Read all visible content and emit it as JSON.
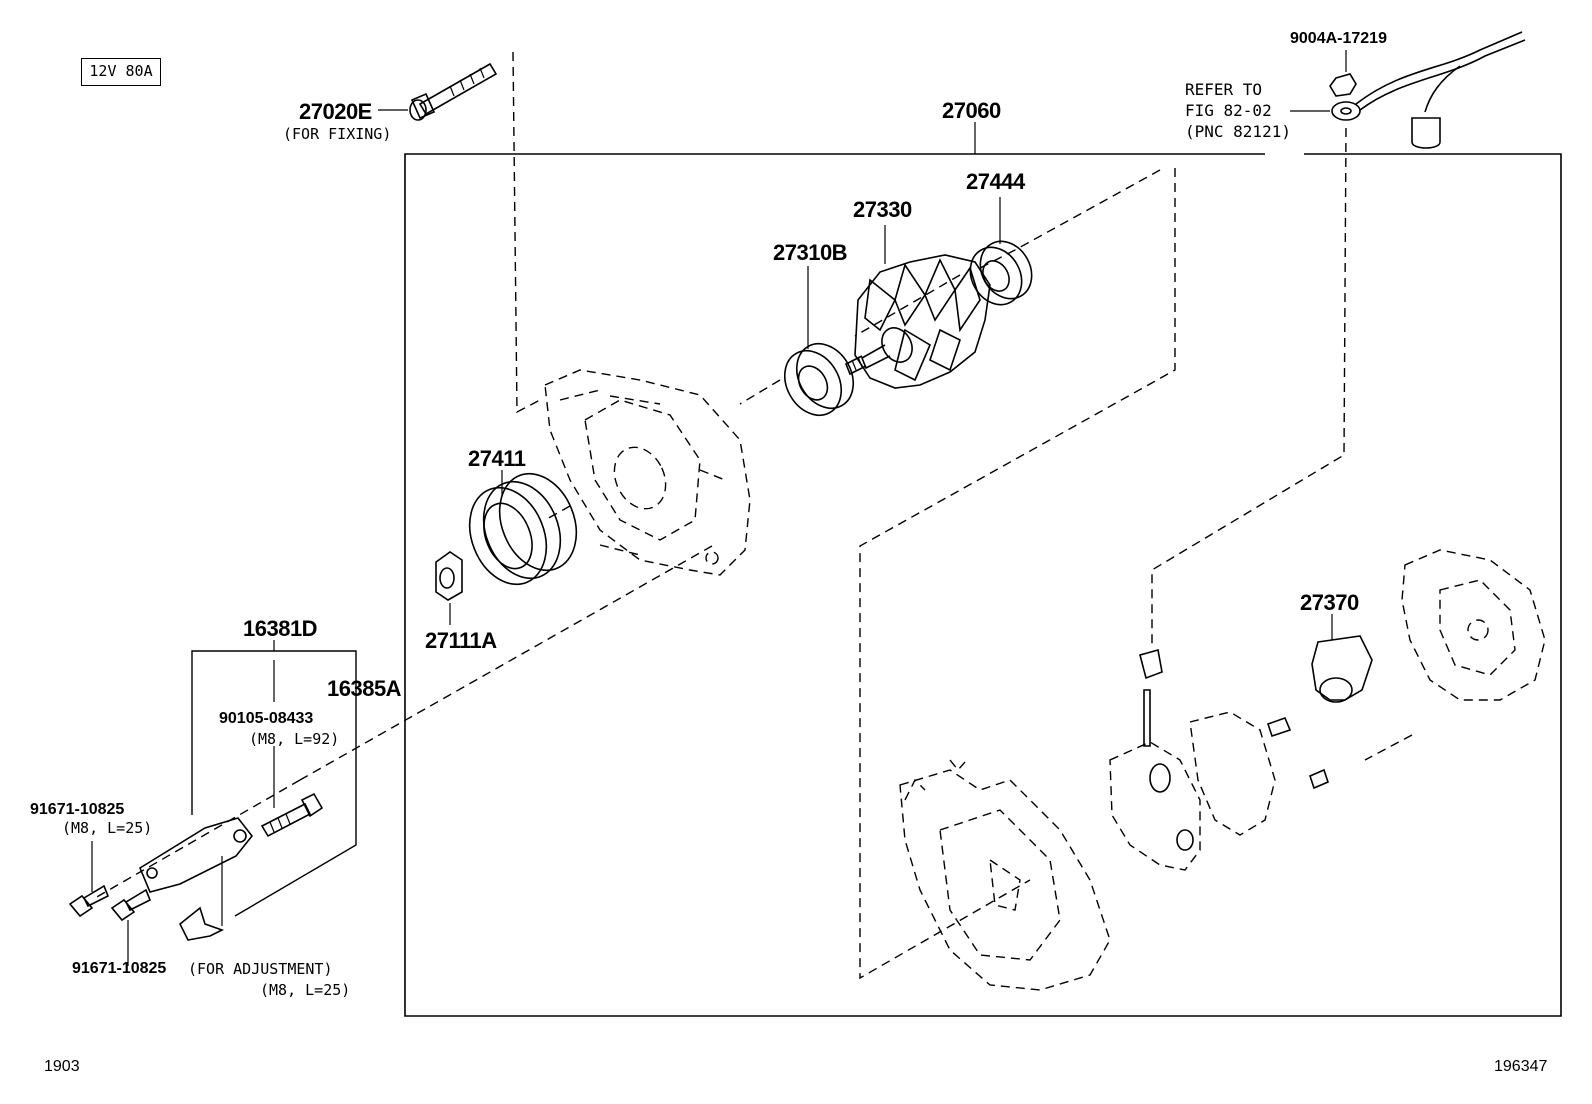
{
  "spec_label": "12V 80A",
  "labels": {
    "bolt_fixing": "27020E",
    "bolt_fixing_note": "(FOR FIXING)",
    "alternator_assy": "27060",
    "ground_nut": "9004A-17219",
    "refer_line1": "REFER TO",
    "refer_line2": "FIG 82-02",
    "refer_line3": "(PNC 82121)",
    "rear_bearing": "27444",
    "rotor": "27330",
    "front_bearing": "27310B",
    "pulley": "27411",
    "pulley_nut": "27111A",
    "bracket_set": "16381D",
    "bracket": "16385A",
    "bracket_bolt": "90105-08433",
    "bracket_bolt_spec": "(M8, L=92)",
    "bolt_upper": "91671-10825",
    "bolt_upper_spec": "(M8, L=25)",
    "bolt_adjust": "91671-10825",
    "bolt_adjust_note": "(FOR ADJUSTMENT)",
    "bolt_adjust_spec": "(M8, L=25)",
    "regulator": "27370"
  },
  "footer": {
    "left": "1903",
    "right": "196347"
  }
}
